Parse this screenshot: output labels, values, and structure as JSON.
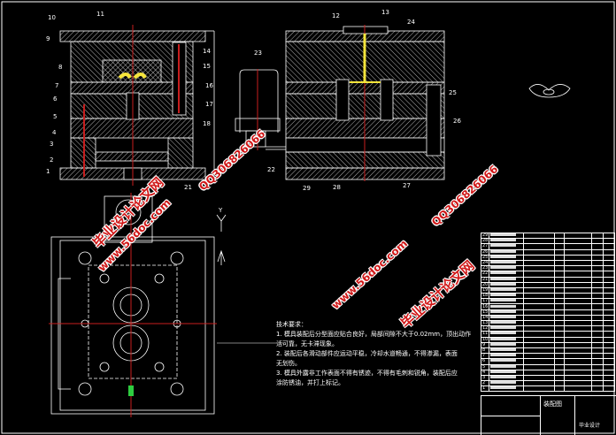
{
  "drawing": {
    "left_view_labels": [
      "1",
      "2",
      "3",
      "4",
      "5",
      "6",
      "7",
      "8",
      "9",
      "10",
      "11",
      "14",
      "15",
      "16",
      "17",
      "18",
      "21"
    ],
    "right_view_labels": [
      "12",
      "13",
      "24",
      "25",
      "26",
      "27",
      "28",
      "29"
    ],
    "motor_labels": [
      "23",
      "22"
    ],
    "axis_symbol": "Y"
  },
  "watermarks": {
    "site_cn": "毕业设计论文网",
    "url": "www.56doc.com",
    "qq": "QQ306826066"
  },
  "notes": {
    "title": "技术要求：",
    "items": [
      "1. 模具装配后分型面应贴合良好，局部间隙不大于0.02mm，顶出动作灵",
      "   活可靠，无卡滞现象。",
      "2. 装配后各滑动部件应运动平稳，冷却水道畅通，不得渗漏，表面",
      "   无划伤。",
      "3. 模具外露非工作表面不得有锈迹，不得有毛刺和锐角，装配后应",
      "   涂防锈油，并打上标记。"
    ]
  },
  "bom": {
    "rows": [
      "29",
      "28",
      "27",
      "26",
      "25",
      "24",
      "23",
      "22",
      "21",
      "20",
      "19",
      "18",
      "17",
      "16",
      "15",
      "14",
      "13",
      "12",
      "11",
      "10",
      "9",
      "8",
      "7",
      "6",
      "5",
      "4",
      "3",
      "2",
      "1"
    ],
    "title_block": {
      "name": "装配图",
      "unit": "毕业设计"
    }
  },
  "colors": {
    "line": "#ffffff",
    "center": "#c81e1e",
    "highlight": "#f5e43a",
    "background": "#000000"
  }
}
